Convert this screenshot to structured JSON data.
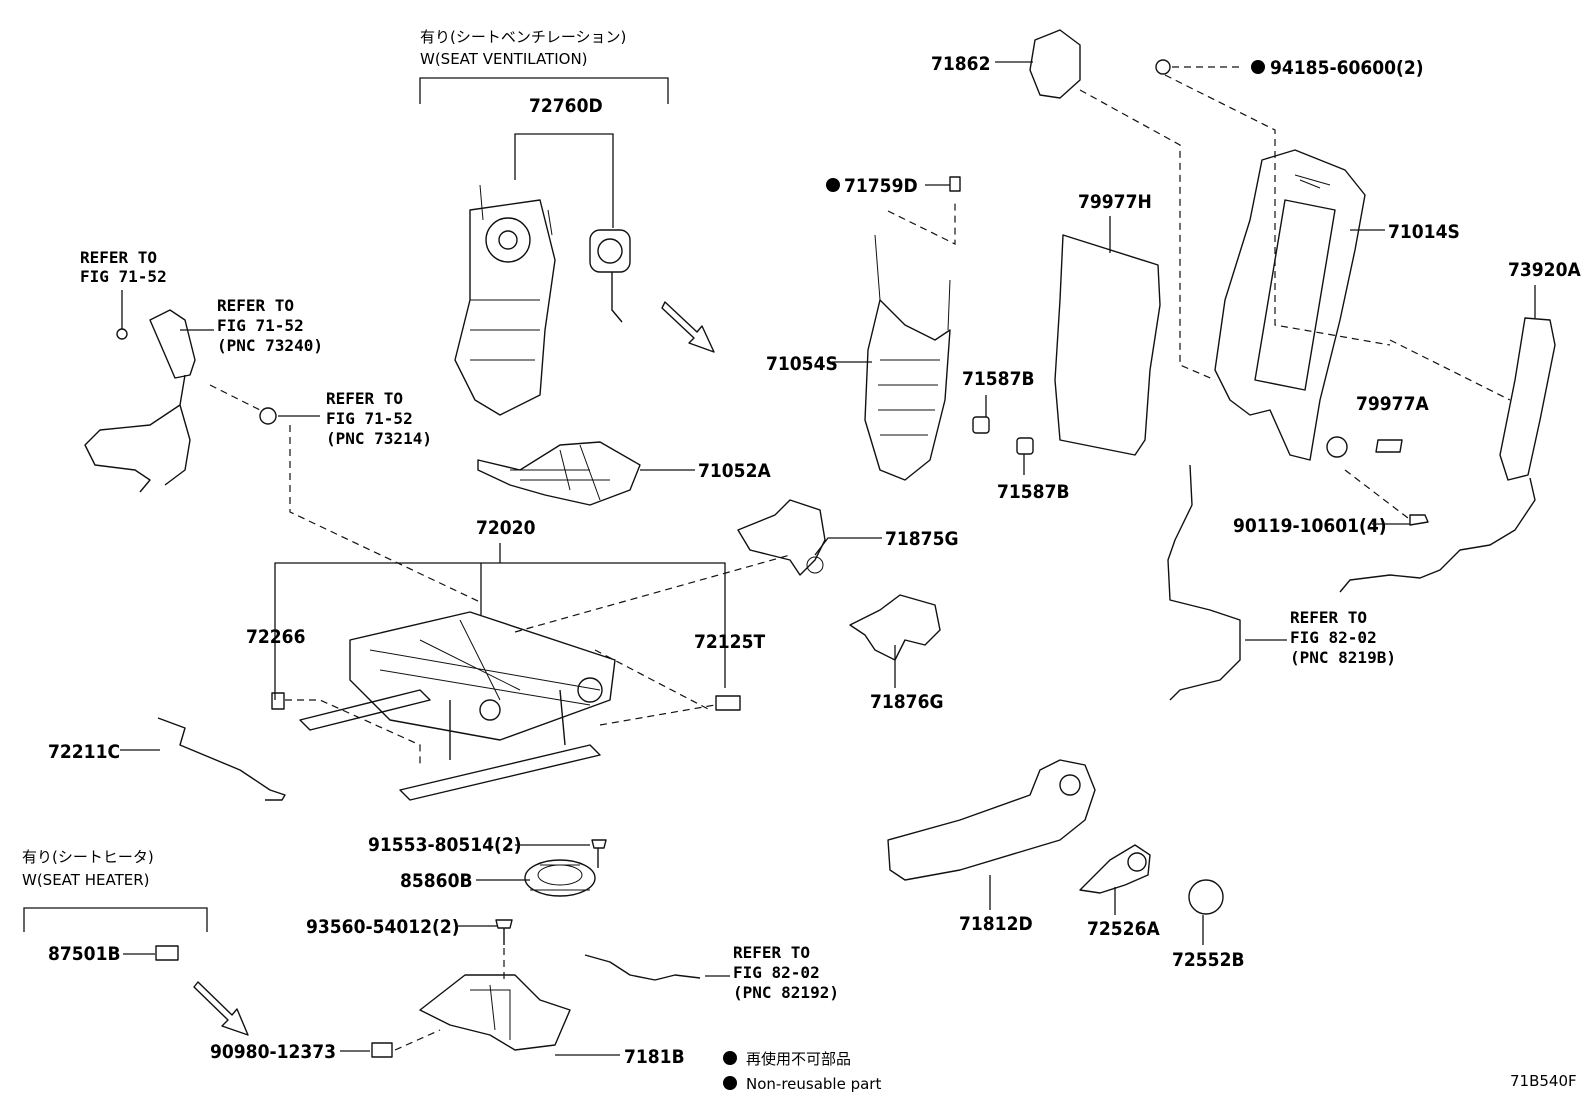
{
  "variants": {
    "ventilation_jp": "有り(シートベンチレーション)",
    "ventilation_en": "W(SEAT VENTILATION)",
    "heater_jp": "有り(シートヒータ)",
    "heater_en": "W(SEAT HEATER)"
  },
  "parts": {
    "p72760D": "72760D",
    "p71862": "71862",
    "p94185": "94185-60600(2)",
    "p71759D": "71759D",
    "p79977H": "79977H",
    "p71014S": "71014S",
    "p73920A": "73920A",
    "p71054S": "71054S",
    "p71587B_a": "71587B",
    "p71587B_b": "71587B",
    "p79977A": "79977A",
    "p71052A": "71052A",
    "p90119": "90119-10601(4)",
    "p72020": "72020",
    "p71875G": "71875G",
    "p72266": "72266",
    "p72125T": "72125T",
    "p71876G": "71876G",
    "p72211C": "72211C",
    "p91553": "91553-80514(2)",
    "p85860B": "85860B",
    "p93560": "93560-54012(2)",
    "p87501B": "87501B",
    "p71812D": "71812D",
    "p72526A": "72526A",
    "p72552B": "72552B",
    "p90980": "90980-12373",
    "p7181B": "7181B"
  },
  "references": {
    "ref1": [
      "REFER TO",
      "FIG 71-52"
    ],
    "ref2": [
      "REFER TO",
      "FIG 71-52",
      "(PNC 73240)"
    ],
    "ref3": [
      "REFER TO",
      "FIG 71-52",
      "(PNC 73214)"
    ],
    "ref4": [
      "REFER TO",
      "FIG 82-02",
      "(PNC 8219B)"
    ],
    "ref5": [
      "REFER TO",
      "FIG 82-02",
      "(PNC 82192)"
    ]
  },
  "legend": {
    "jp": "再使用不可部品",
    "en": "Non-reusable part"
  },
  "figure_code": "71B540F"
}
